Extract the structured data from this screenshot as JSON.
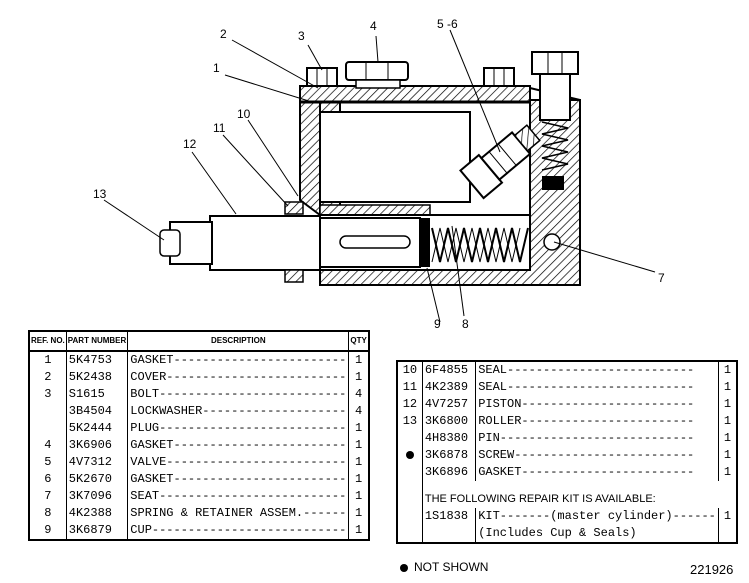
{
  "callouts": {
    "c1": "1",
    "c2": "2",
    "c3": "3",
    "c4": "4",
    "c56": "5 -6",
    "c7": "7",
    "c8": "8",
    "c9": "9",
    "c10": "10",
    "c11": "11",
    "c12": "12",
    "c13": "13"
  },
  "left_table": {
    "headers": {
      "ref_no": "REF. NO.",
      "part_number": "PART NUMBER",
      "description": "DESCRIPTION",
      "qty": "QTY"
    },
    "rows": [
      {
        "ref": "1",
        "part": "5K4753",
        "desc": "GASKET------------------------",
        "qty": "1"
      },
      {
        "ref": "2",
        "part": "5K2438",
        "desc": "COVER-------------------------",
        "qty": "1"
      },
      {
        "ref": "3",
        "part": "S1615",
        "desc": "BOLT--------------------------",
        "qty": "4"
      },
      {
        "ref": "",
        "part": "3B4504",
        "desc": "LOCKWASHER--------------------",
        "qty": "4"
      },
      {
        "ref": "",
        "part": "5K2444",
        "desc": "PLUG--------------------------",
        "qty": "1"
      },
      {
        "ref": "4",
        "part": "3K6906",
        "desc": "GASKET------------------------",
        "qty": "1"
      },
      {
        "ref": "5",
        "part": "4V7312",
        "desc": "VALVE-------------------------",
        "qty": "1"
      },
      {
        "ref": "6",
        "part": "5K2670",
        "desc": "GASKET------------------------",
        "qty": "1"
      },
      {
        "ref": "7",
        "part": "3K7096",
        "desc": "SEAT--------------------------",
        "qty": "1"
      },
      {
        "ref": "8",
        "part": "4K2388",
        "desc": "SPRING & RETAINER ASSEM.------",
        "qty": "1"
      },
      {
        "ref": "9",
        "part": "3K6879",
        "desc": "CUP---------------------------",
        "qty": "1"
      }
    ]
  },
  "right_table": {
    "rows": [
      {
        "ref": "10",
        "part": "6F4855",
        "desc": "SEAL--------------------------",
        "qty": "1"
      },
      {
        "ref": "11",
        "part": "4K2389",
        "desc": "SEAL--------------------------",
        "qty": "1"
      },
      {
        "ref": "12",
        "part": "4V7257",
        "desc": "PISTON------------------------",
        "qty": "1"
      },
      {
        "ref": "13",
        "part": "3K6800",
        "desc": "ROLLER------------------------",
        "qty": "1"
      },
      {
        "ref": "",
        "part": "4H8380",
        "desc": "PIN---------------------------",
        "qty": "1"
      },
      {
        "ref": "",
        "part": "3K6878",
        "desc": "SCREW-------------------------",
        "qty": "1"
      },
      {
        "ref": "",
        "part": "3K6896",
        "desc": "GASKET------------------------",
        "qty": "1"
      }
    ],
    "kit_heading": "THE FOLLOWING REPAIR KIT IS AVAILABLE:",
    "kit": {
      "part": "1S1838",
      "desc": "KIT-------(master cylinder)------",
      "qty": "1",
      "note": "(Includes Cup & Seals)"
    }
  },
  "footnote": "NOT SHOWN",
  "illustration_number": "221926"
}
